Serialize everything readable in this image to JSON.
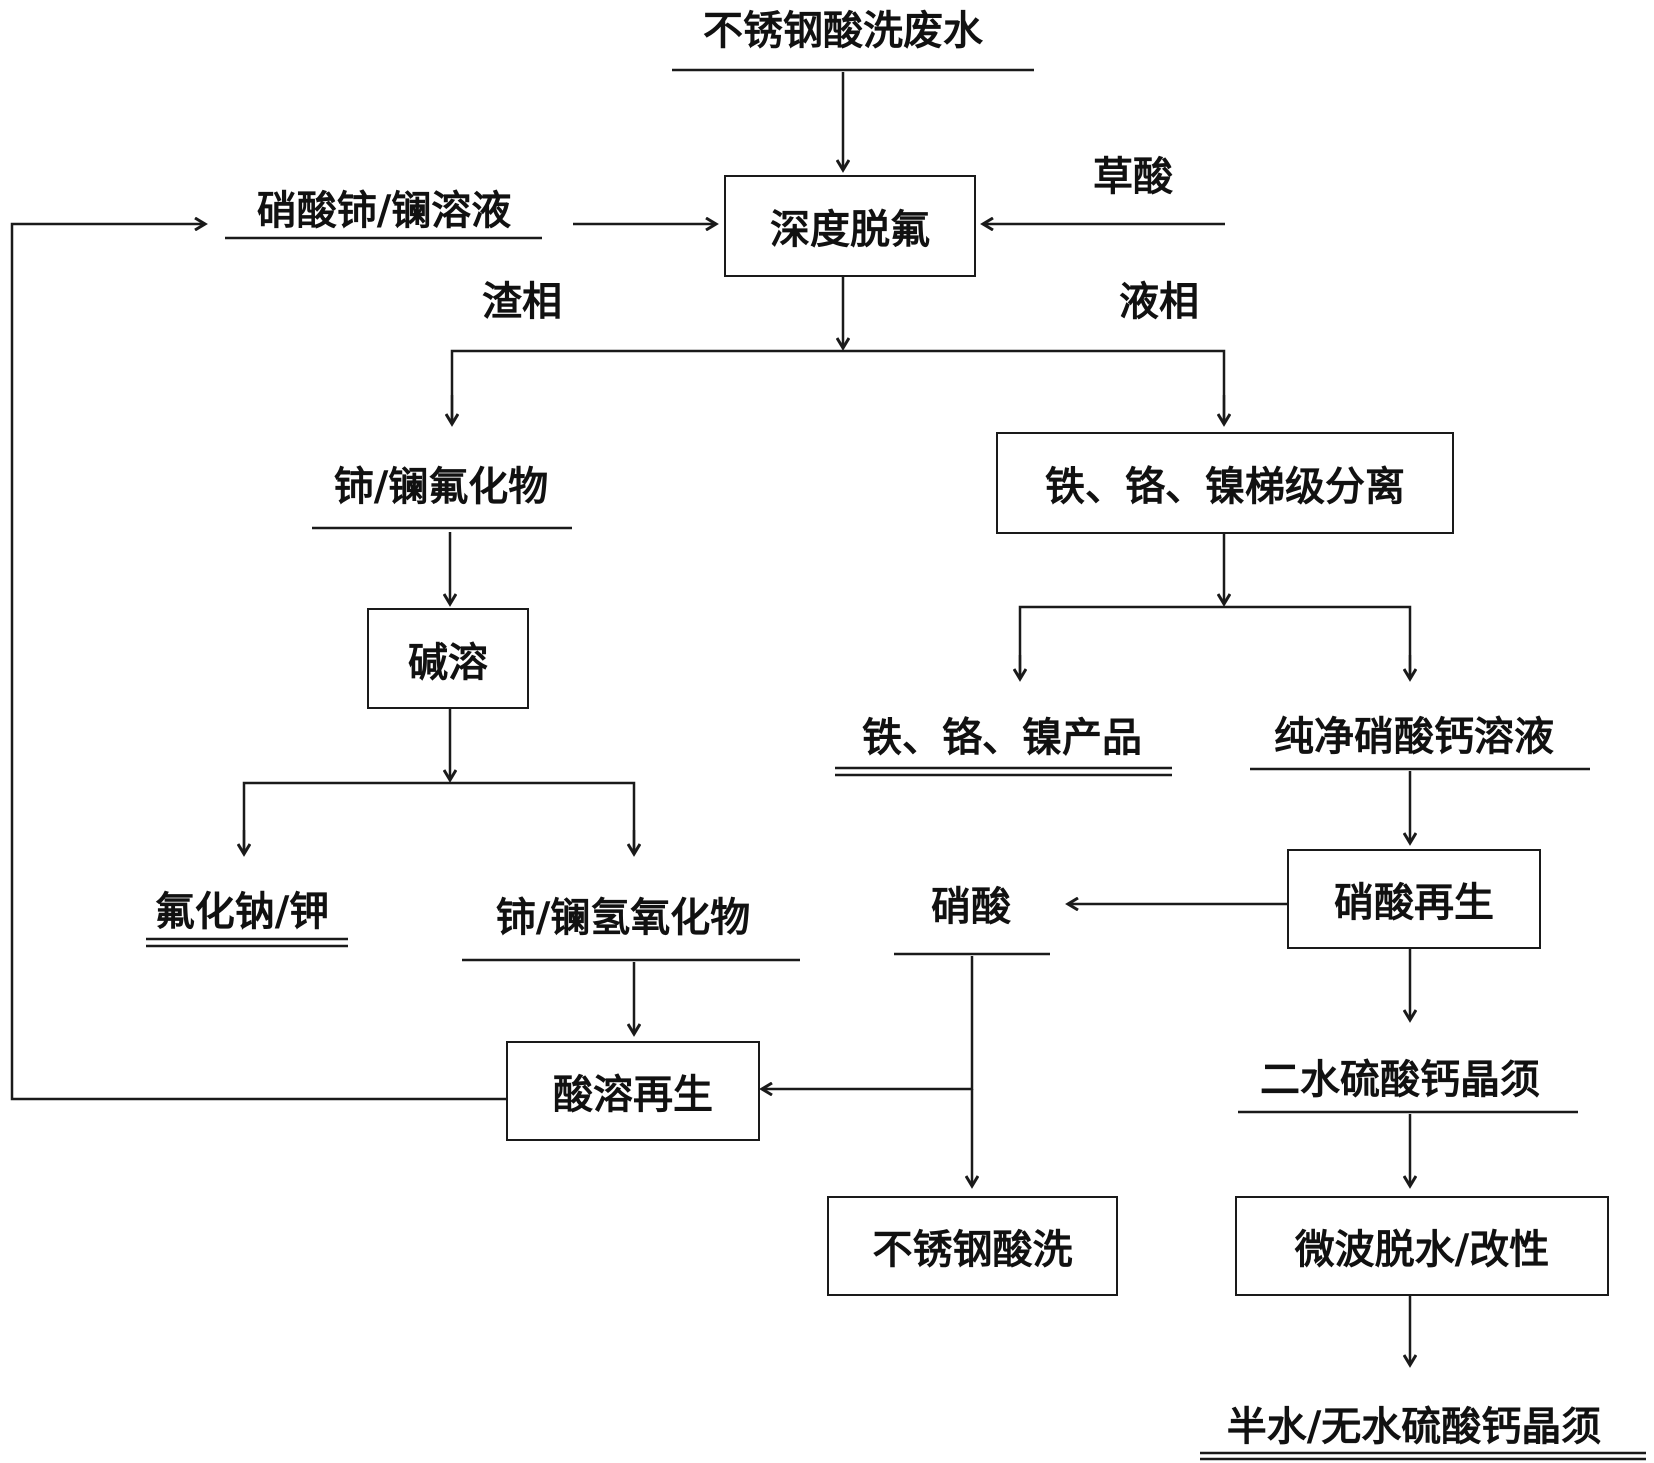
{
  "nodes": {
    "wastewater": "不锈钢酸洗废水",
    "oxalic_acid": "草酸",
    "ce_la_nitrate": "硝酸铈/镧溶液",
    "defluorination": "深度脱氟",
    "slag_phase": "渣相",
    "liquid_phase": "液相",
    "ce_la_fluoride": "铈/镧氟化物",
    "separation": "铁、铬、镍梯级分离",
    "alkali_dissolution": "碱溶",
    "fe_cr_ni_products": "铁、铬、镍产品",
    "calcium_nitrate": "纯净硝酸钙溶液",
    "na_k_fluoride": "氟化钠/钾",
    "ce_la_hydroxide": "铈/镧氢氧化物",
    "nitric_acid": "硝酸",
    "nitric_regeneration": "硝酸再生",
    "acid_dissolution": "酸溶再生",
    "gypsum_whisker": "二水硫酸钙晶须",
    "pickling": "不锈钢酸洗",
    "microwave": "微波脱水/改性",
    "final_product": "半水/无水硫酸钙晶须"
  }
}
